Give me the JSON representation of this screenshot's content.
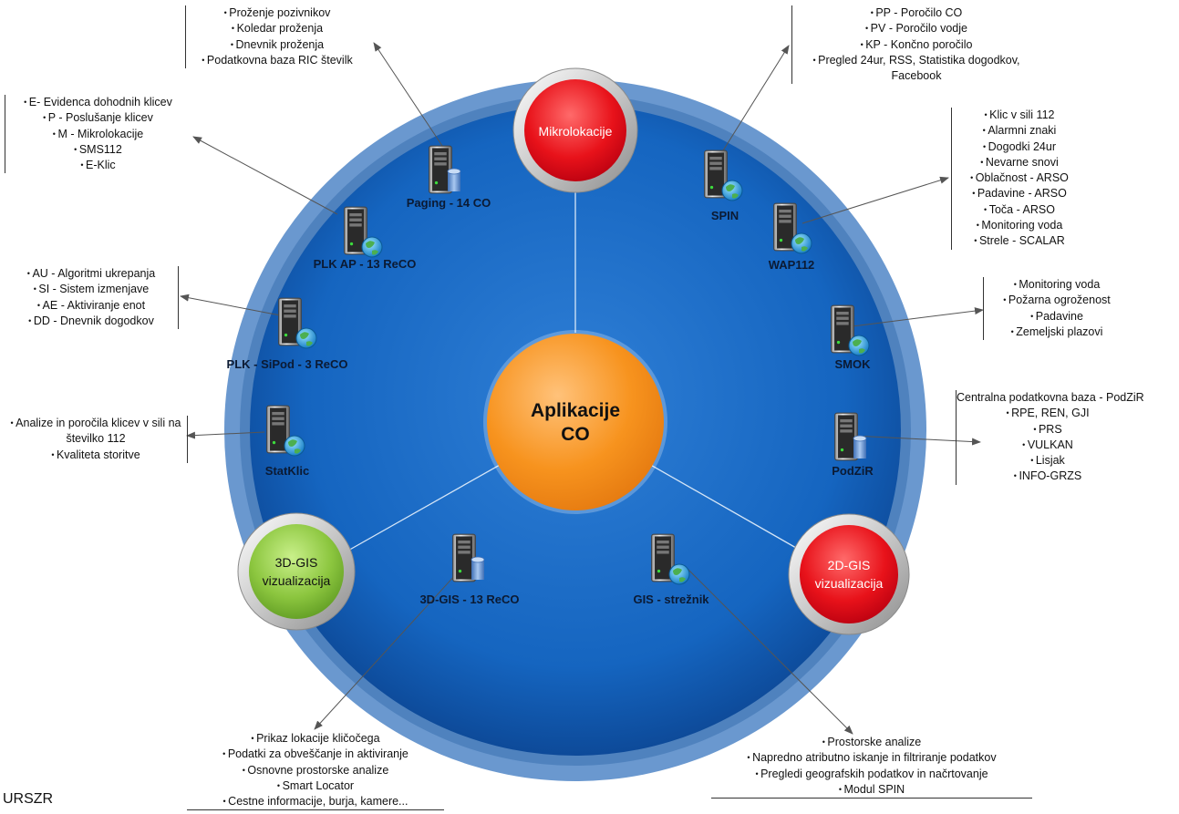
{
  "center": {
    "line1": "Aplikacije",
    "line2": "CO"
  },
  "hubs": {
    "top": {
      "label": "Mikrolokacije"
    },
    "left": {
      "line1": "3D-GIS",
      "line2": "vizualizacija"
    },
    "right": {
      "line1": "2D-GIS",
      "line2": "vizualizacija"
    }
  },
  "servers": [
    {
      "id": "paging",
      "label": "Paging  - 14 CO",
      "badge": "db"
    },
    {
      "id": "plk-ap",
      "label": "PLK AP  - 13 ReCO",
      "badge": "globe"
    },
    {
      "id": "plk-sipod",
      "label": "PLK - SiPod - 3 ReCO",
      "badge": "globe"
    },
    {
      "id": "statklic",
      "label": "StatKlic",
      "badge": "globe"
    },
    {
      "id": "3dgis",
      "label": "3D-GIS - 13 ReCO",
      "badge": "db"
    },
    {
      "id": "gis",
      "label": "GIS - strežnik",
      "badge": "globe"
    },
    {
      "id": "spin",
      "label": "SPIN",
      "badge": "globe"
    },
    {
      "id": "wap112",
      "label": "WAP112",
      "badge": "globe"
    },
    {
      "id": "smok",
      "label": "SMOK",
      "badge": "globe"
    },
    {
      "id": "podzir",
      "label": "PodZiR",
      "badge": "db"
    }
  ],
  "lists": {
    "paging": [
      "Proženje pozivnikov",
      "Koledar proženja",
      "Dnevnik proženja",
      "Podatkovna baza RIC številk"
    ],
    "plk_ap": [
      "E- Evidenca dohodnih klicev",
      "P - Poslušanje klicev",
      "M - Mikrolokacije",
      "SMS112",
      "E-Klic"
    ],
    "plk_sipod": [
      "AU - Algoritmi ukrepanja",
      "SI - Sistem izmenjave",
      "AE - Aktiviranje enot",
      "DD - Dnevnik dogodkov"
    ],
    "statklic": [
      "Analize in poročila klicev v sili na številko 112",
      "Kvaliteta storitve"
    ],
    "spin": [
      "PP - Poročilo CO",
      "PV - Poročilo vodje",
      "KP - Končno poročilo",
      "Pregled 24ur, RSS, Statistika dogodkov, Facebook"
    ],
    "wap112": [
      "Klic v sili 112",
      "Alarmni znaki",
      "Dogodki 24ur",
      "Nevarne snovi",
      "Oblačnost - ARSO",
      "Padavine - ARSO",
      "Toča - ARSO",
      "Monitoring voda",
      "Strele - SCALAR"
    ],
    "smok": [
      "Monitoring voda",
      "Požarna ogroženost",
      "Padavine",
      "Zemeljski plazovi"
    ],
    "podzir_title": "Centralna podatkovna baza - PodZiR",
    "podzir": [
      "RPE, REN, GJI",
      "PRS",
      "VULKAN",
      "Lisjak",
      "INFO-GRZS"
    ],
    "gis3d": [
      "Prikaz lokacije kličočega",
      "Podatki za obveščanje in aktiviranje",
      "Osnovne prostorske analize",
      "Smart Locator",
      "Cestne informacije, burja, kamere..."
    ],
    "gis2d": [
      "Prostorske analize",
      "Napredno atributno iskanje in filtriranje podatkov",
      "Pregledi geografskih podatkov in načrtovanje",
      "Modul SPIN"
    ]
  },
  "footer": "URSZR",
  "colors": {
    "disk": "#1565c0",
    "center": "#f7931e",
    "red": "#e8121a",
    "green": "#8cc63f",
    "ring": "#5f8fc9"
  }
}
